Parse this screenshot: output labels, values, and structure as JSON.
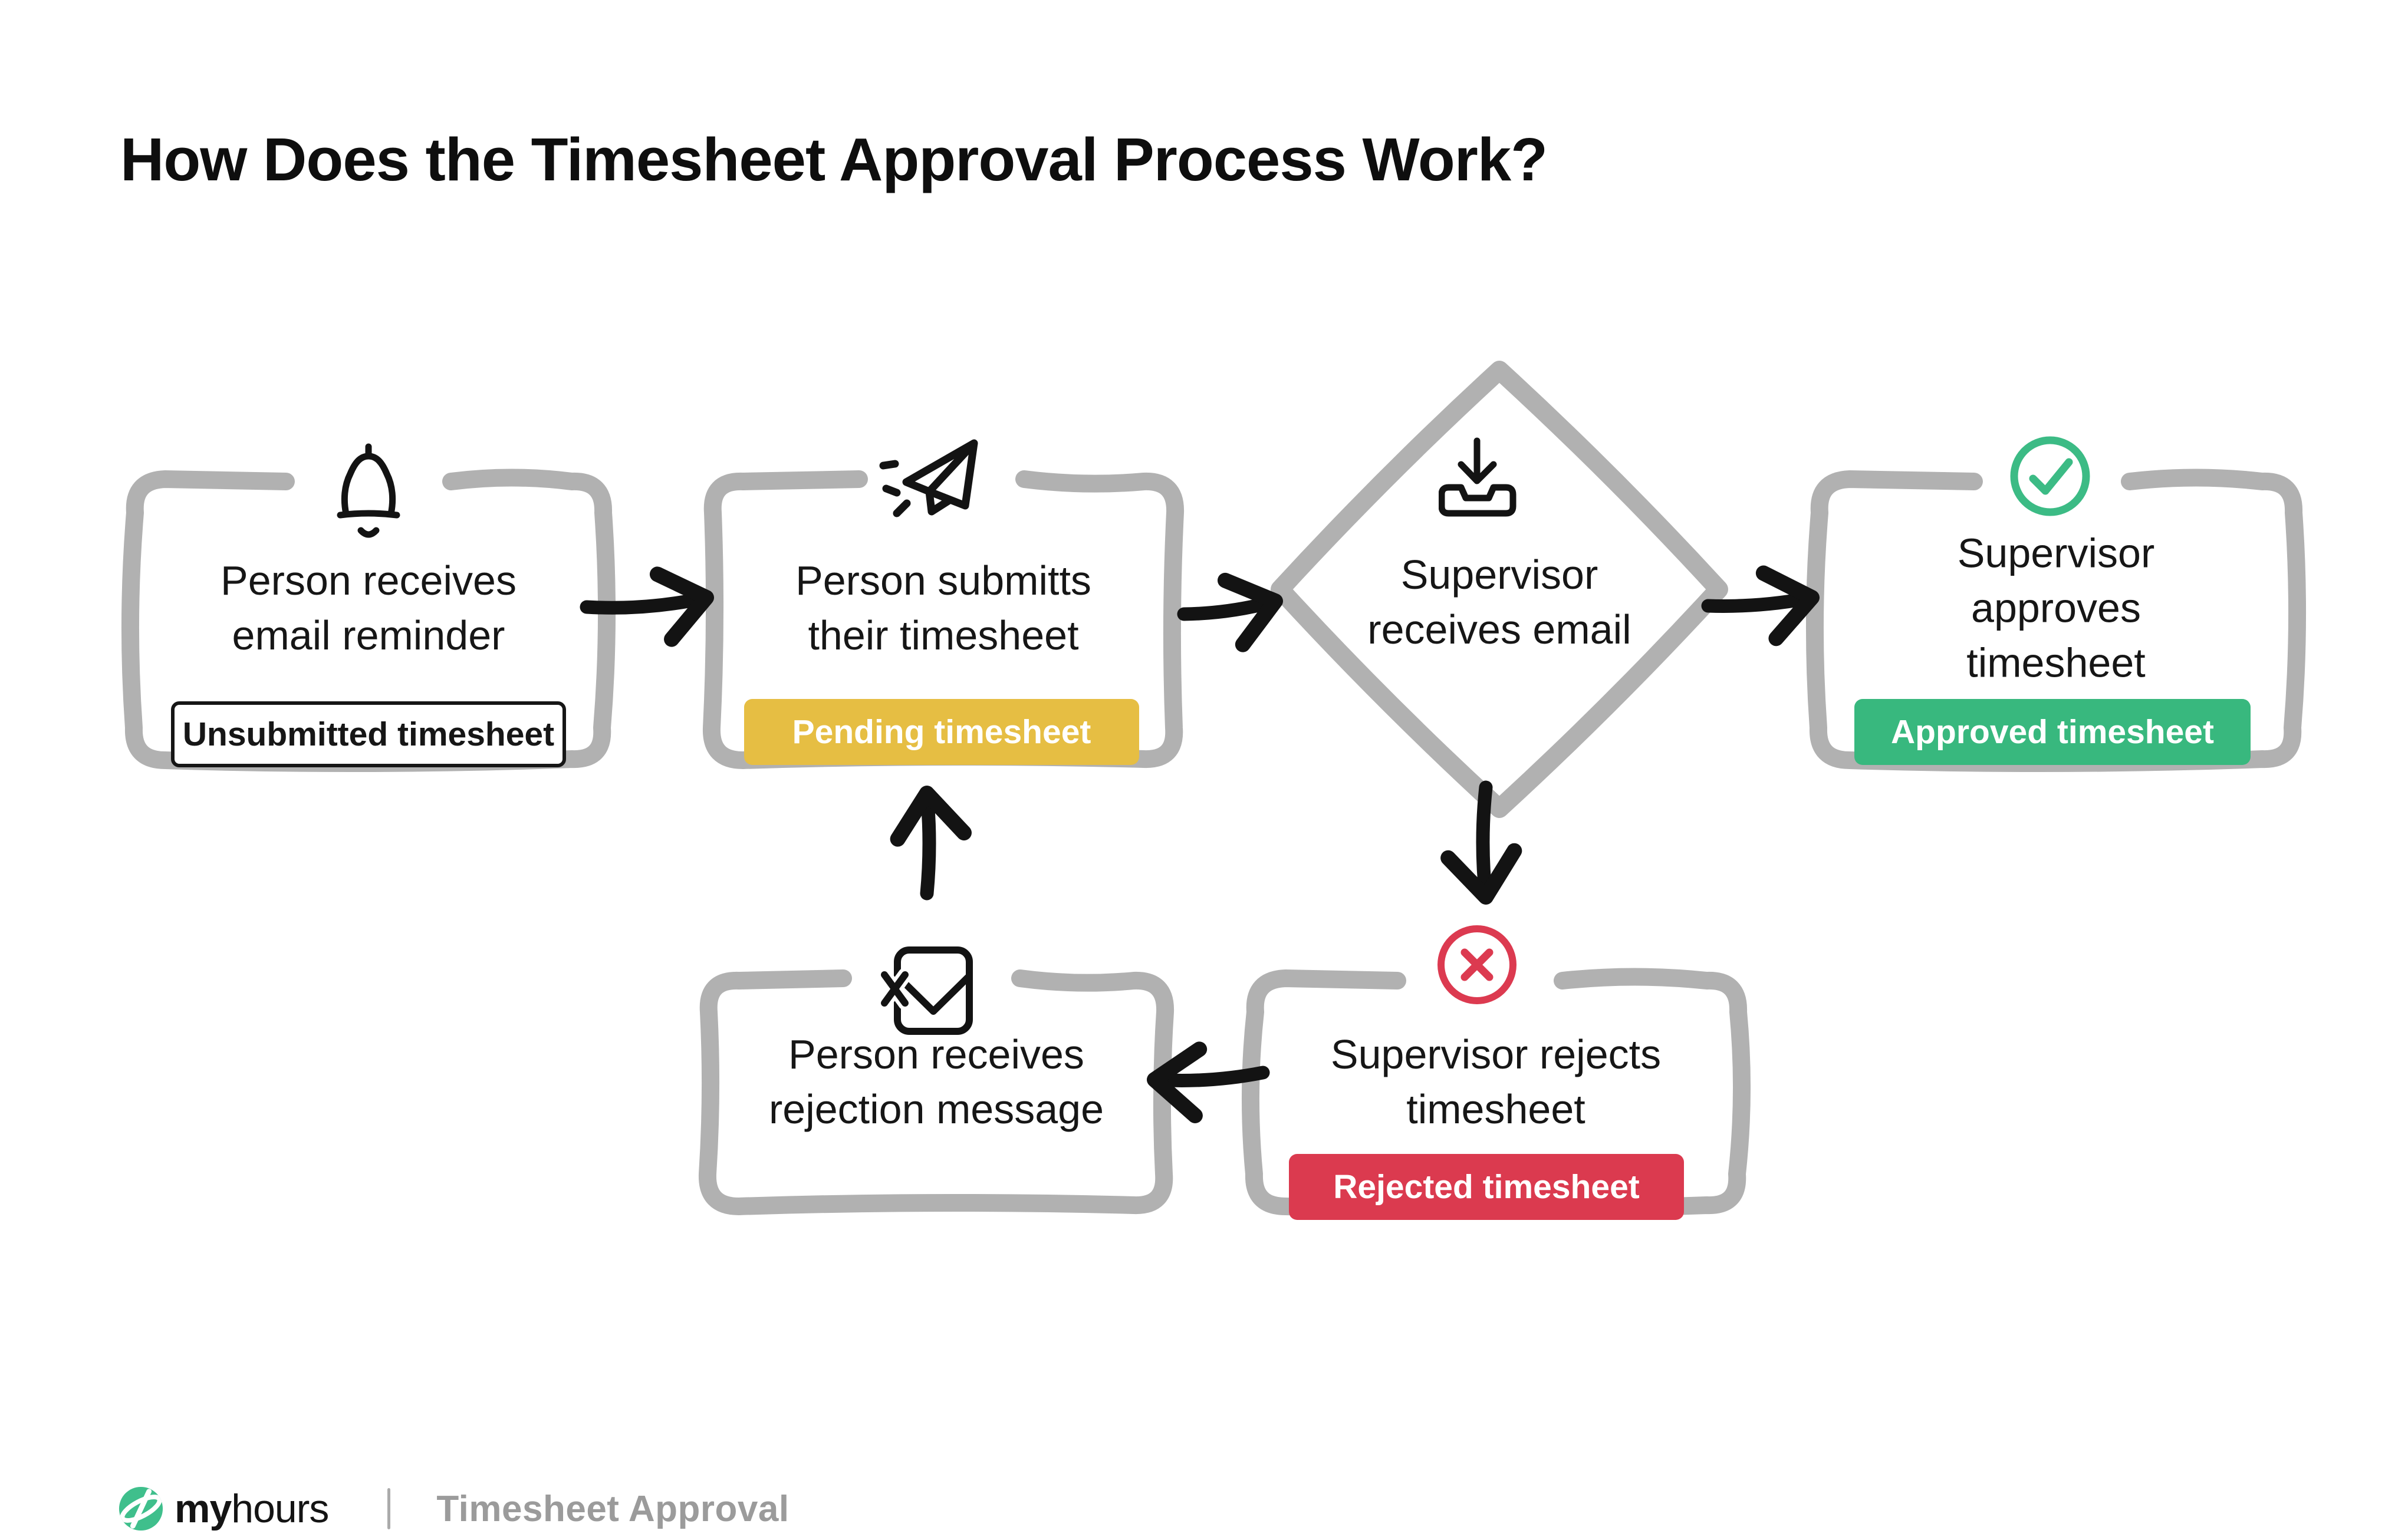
{
  "title": "How Does the Timesheet Approval Process Work?",
  "nodes": {
    "reminder": {
      "text": "Person receives\nemail reminder",
      "badge": "Unsubmitted timesheet",
      "icon": "bell-icon"
    },
    "submit": {
      "text": "Person submitts\ntheir timesheet",
      "badge": "Pending timesheet",
      "icon": "paper-plane-icon"
    },
    "supervisor_email": {
      "text": "Supervisor\nreceives email",
      "icon": "inbox-receive-icon"
    },
    "approve": {
      "text": "Supervisor\napproves timesheet",
      "badge": "Approved timesheet",
      "icon": "check-circle-icon"
    },
    "reject": {
      "text": "Supervisor rejects\ntimesheet",
      "badge": "Rejected timesheet",
      "icon": "x-circle-icon"
    },
    "rejection_message": {
      "text": "Person receives\nrejection message",
      "icon": "rejected-mail-icon"
    }
  },
  "colors": {
    "ink": "#131313",
    "border_gray": "#B1B1B1",
    "pending": "#E6BE43",
    "approved": "#38B87E",
    "rejected": "#DB3A4F",
    "icon_green": "#3CBB85",
    "icon_red": "#DC3A50",
    "logo_green": "#3FBF8C",
    "footer_text": "#9B9B9B",
    "divider": "#ABABAB"
  },
  "footer": {
    "brand_bold": "my",
    "brand_light": "hours",
    "caption": "Timesheet Approval"
  }
}
